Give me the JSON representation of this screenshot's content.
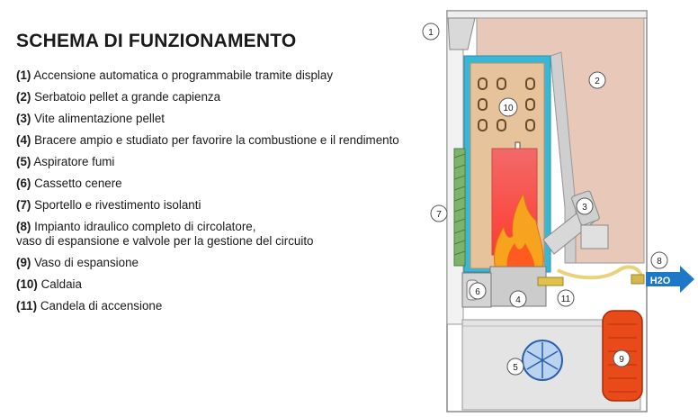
{
  "title": "SCHEMA DI FUNZIONAMENTO",
  "legend": [
    {
      "num": "(1)",
      "text": "Accensione automatica o programmabile tramite display"
    },
    {
      "num": "(2)",
      "text": "Serbatoio pellet a grande capienza"
    },
    {
      "num": "(3)",
      "text": "Vite alimentazione pellet"
    },
    {
      "num": "(4)",
      "text": "Bracere ampio e studiato per favorire la combustione e il rendimento"
    },
    {
      "num": "(5)",
      "text": "Aspiratore fumi"
    },
    {
      "num": "(6)",
      "text": "Cassetto cenere"
    },
    {
      "num": "(7)",
      "text": "Sportello e rivestimento isolanti"
    },
    {
      "num": "(8)",
      "text": "Impianto idraulico completo di circolatore,",
      "text2": "vaso di espansione e valvole per la gestione del circuito"
    },
    {
      "num": "(9)",
      "text": "Vaso di espansione"
    },
    {
      "num": "(10)",
      "text": "Caldaia"
    },
    {
      "num": "(11)",
      "text": "Candela di accensione"
    }
  ],
  "callouts": {
    "c1": "1",
    "c2": "2",
    "c3": "3",
    "c4": "4",
    "c5": "5",
    "c6": "6",
    "c7": "7",
    "c8": "8",
    "c9": "9",
    "c10": "10",
    "c11": "11"
  },
  "h2o_label": "H2O",
  "colors": {
    "hopper": "#e8c9b9",
    "boiler": "#e6c39b",
    "insulation": "#3bb7d6",
    "firebox": "#f4736a",
    "flame": "#f7a31d",
    "arrow": "#1d78c8",
    "tank": "#e84a1a",
    "casing": "#e4e4e4"
  }
}
